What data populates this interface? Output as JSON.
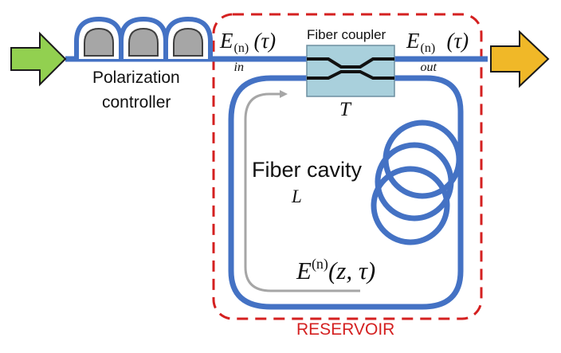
{
  "labels": {
    "polarization_controller_line1": "Polarization",
    "polarization_controller_line2": "controller",
    "fiber_coupler": "Fiber coupler",
    "fiber_cavity": "Fiber cavity",
    "cavity_length": "L",
    "coupler_transmission": "T",
    "reservoir": "RESERVOIR"
  },
  "math": {
    "e_in": {
      "base": "E",
      "sup": "(n)",
      "sub": "in",
      "arg": "(τ)"
    },
    "e_out": {
      "base": "E",
      "sup": "(n)",
      "sub": "out",
      "arg": "(τ)"
    },
    "e_cavity": {
      "base": "E",
      "sup": "(n)",
      "arg": "(z, τ)"
    }
  },
  "colors": {
    "fiber": "#4472c4",
    "input_arrow": "#92d050",
    "output_arrow": "#f0b828",
    "coupler_fill": "#a9d0dc",
    "reservoir_border": "#d42020",
    "paddle_fill": "#a6a6a6",
    "propagation_arrow": "#a6a6a6"
  }
}
